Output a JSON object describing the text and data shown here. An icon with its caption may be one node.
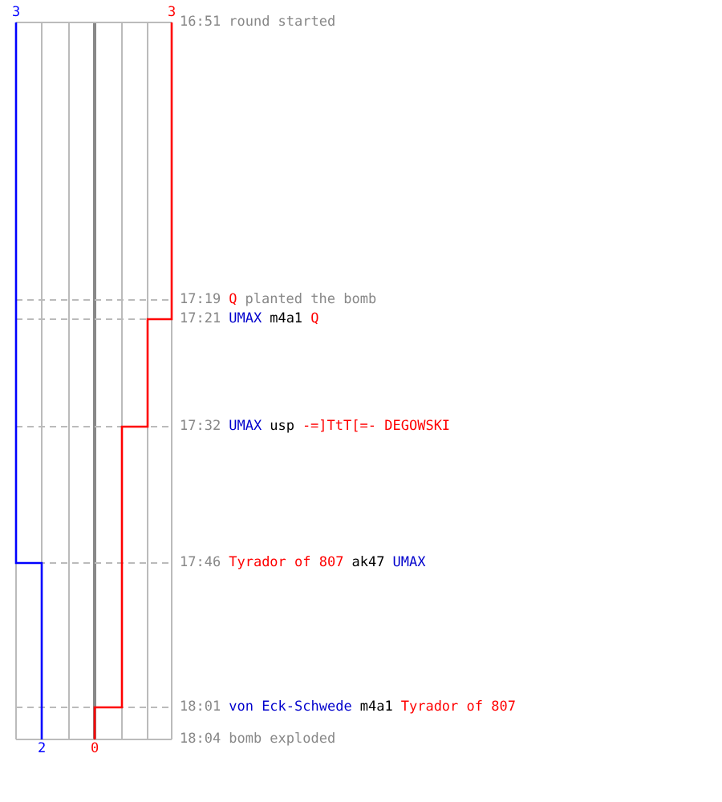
{
  "diagram": {
    "labels": [
      "3",
      "3",
      "16:51",
      "round started",
      "17:19",
      "Q",
      "planted the bomb",
      "17:21",
      "UMAX",
      "m4a1",
      "Q",
      "17:32",
      "UMAX",
      "usp",
      "-=]TtT[=- DEGOWSKI",
      "17:46",
      "Tyrador of 807",
      "ak47",
      "UMAX",
      "18:01",
      "von Eck-Schwede",
      "m4a1",
      "Tyrador of 807",
      "18:04",
      "bomb exploded",
      "2",
      "0"
    ]
  }
}
